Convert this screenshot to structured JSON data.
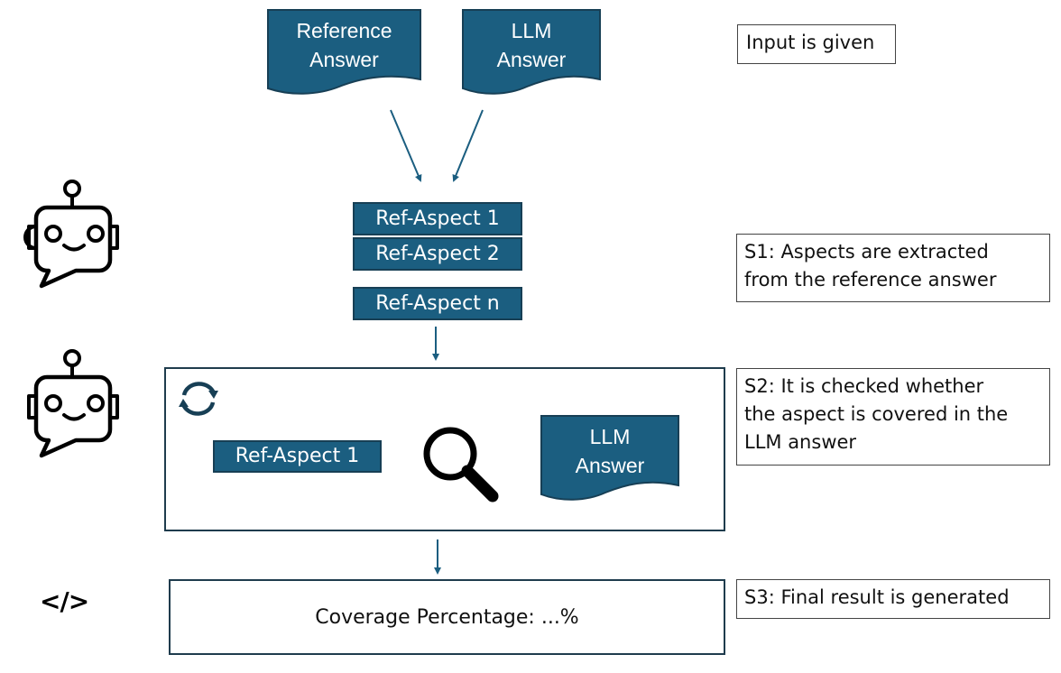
{
  "colors": {
    "primary_fill": "#1b5e80",
    "primary_border": "#173f55",
    "arrow": "#1b5e80",
    "text_dark": "#111111",
    "icon": "#000000"
  },
  "inputs": {
    "reference_answer": {
      "line1": "Reference",
      "line2": "Answer"
    },
    "llm_answer": {
      "line1": "LLM",
      "line2": "Answer"
    }
  },
  "aspects": [
    {
      "label": "Ref-Aspect 1"
    },
    {
      "label": "Ref-Aspect 2"
    },
    {
      "label": "Ref-Aspect n"
    }
  ],
  "check_loop": {
    "loop_icon": "refresh-cycle-icon",
    "aspect_label": "Ref-Aspect 1",
    "search_icon": "magnifying-glass-icon",
    "llm_answer": {
      "line1": "LLM",
      "line2": "Answer"
    }
  },
  "result": {
    "text": "Coverage Percentage: ...%",
    "icon": "code-icon",
    "icon_glyph": "</>"
  },
  "side_icons": [
    "robot-chat-icon",
    "robot-chat-icon",
    "code-icon"
  ],
  "notes": [
    {
      "id": "input",
      "text": "Input is given"
    },
    {
      "id": "s1",
      "line1": "S1: Aspects are extracted",
      "line2": "from the reference answer"
    },
    {
      "id": "s2",
      "line1": "S2: It is checked whether",
      "line2": "the aspect is covered in the",
      "line3": "LLM answer"
    },
    {
      "id": "s3",
      "text": "S3: Final result is generated"
    }
  ]
}
